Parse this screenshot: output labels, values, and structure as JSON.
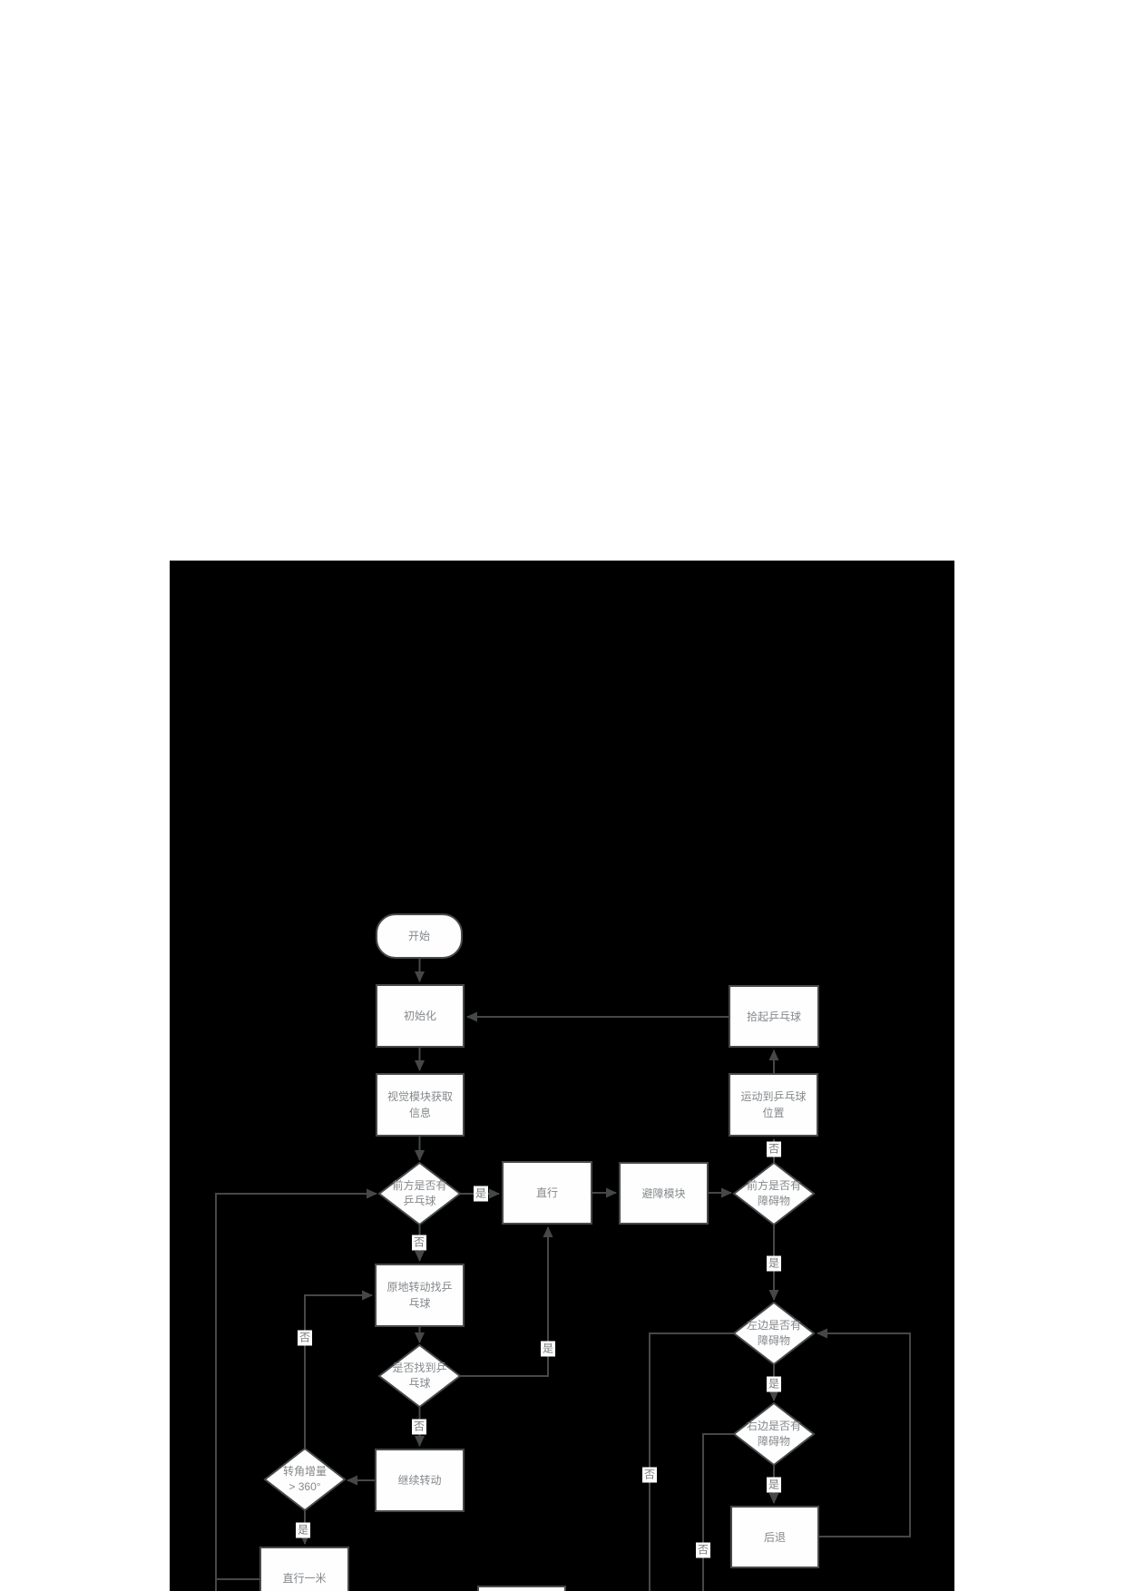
{
  "diagram": {
    "colors": {
      "page_bg": "#ffffff",
      "canvas_bg": "#000000",
      "node_fill": "#fefefe",
      "stroke": "#474a4c",
      "text": "#85888b"
    },
    "nodes": {
      "start": "开始",
      "init": "初始化",
      "vision": "视觉模块获取\n信息",
      "has_ball_ahead": "前方是否有\n乒乓球",
      "go_straight": "直行",
      "avoid_module": "避障模块",
      "has_obstacle_ahead": "前方是否有\n障碍物",
      "pick_up_ball": "拾起乒乓球",
      "move_to_ball": "运动到乒乓球\n位置",
      "rotate_in_place": "原地转动找乒\n乓球",
      "found_ball": "是否找到乒\n乓球",
      "keep_rotating": "继续转动",
      "angle_increment": "转角增量\n> 360°",
      "go_one_meter": "直行一米",
      "has_obstacle_left": "左边是否有\n障碍物",
      "has_obstacle_right": "右边是否有\n障碍物",
      "go_back": "后退"
    },
    "branch_labels": {
      "yes": "是",
      "no": "否"
    }
  }
}
